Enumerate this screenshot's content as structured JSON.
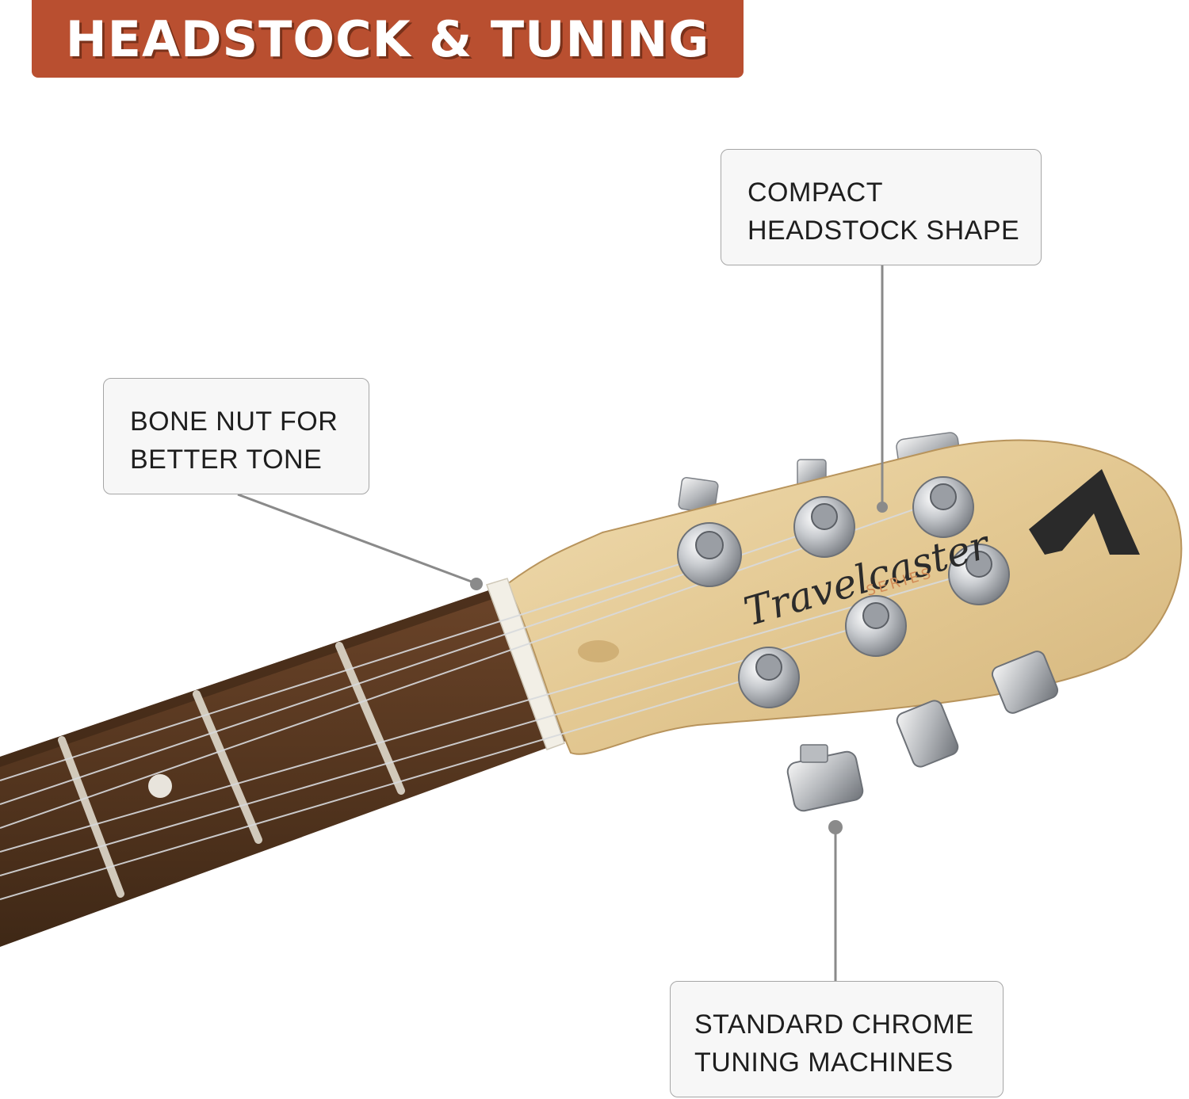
{
  "banner": {
    "title": "HEADSTOCK & TUNING"
  },
  "callouts": {
    "headstock": {
      "line1": "COMPACT",
      "line2": "HEADSTOCK SHAPE"
    },
    "nut": {
      "line1": "BONE NUT FOR",
      "line2": "BETTER TONE"
    },
    "tuners": {
      "line1": "STANDARD CHROME",
      "line2": "TUNING MACHINES"
    }
  },
  "headstock_logo": {
    "script": "Travelcaster",
    "series": "SERIES"
  },
  "colors": {
    "banner": "#b94f30",
    "callout_bg": "#f7f7f7",
    "callout_border": "#a6a6a6",
    "leader_line": "#8a8a8a",
    "maple": "#e6cfa0",
    "rosewood": "#5b3a24",
    "chrome": "#cfd2d6",
    "logo_accent": "#d08a55"
  }
}
